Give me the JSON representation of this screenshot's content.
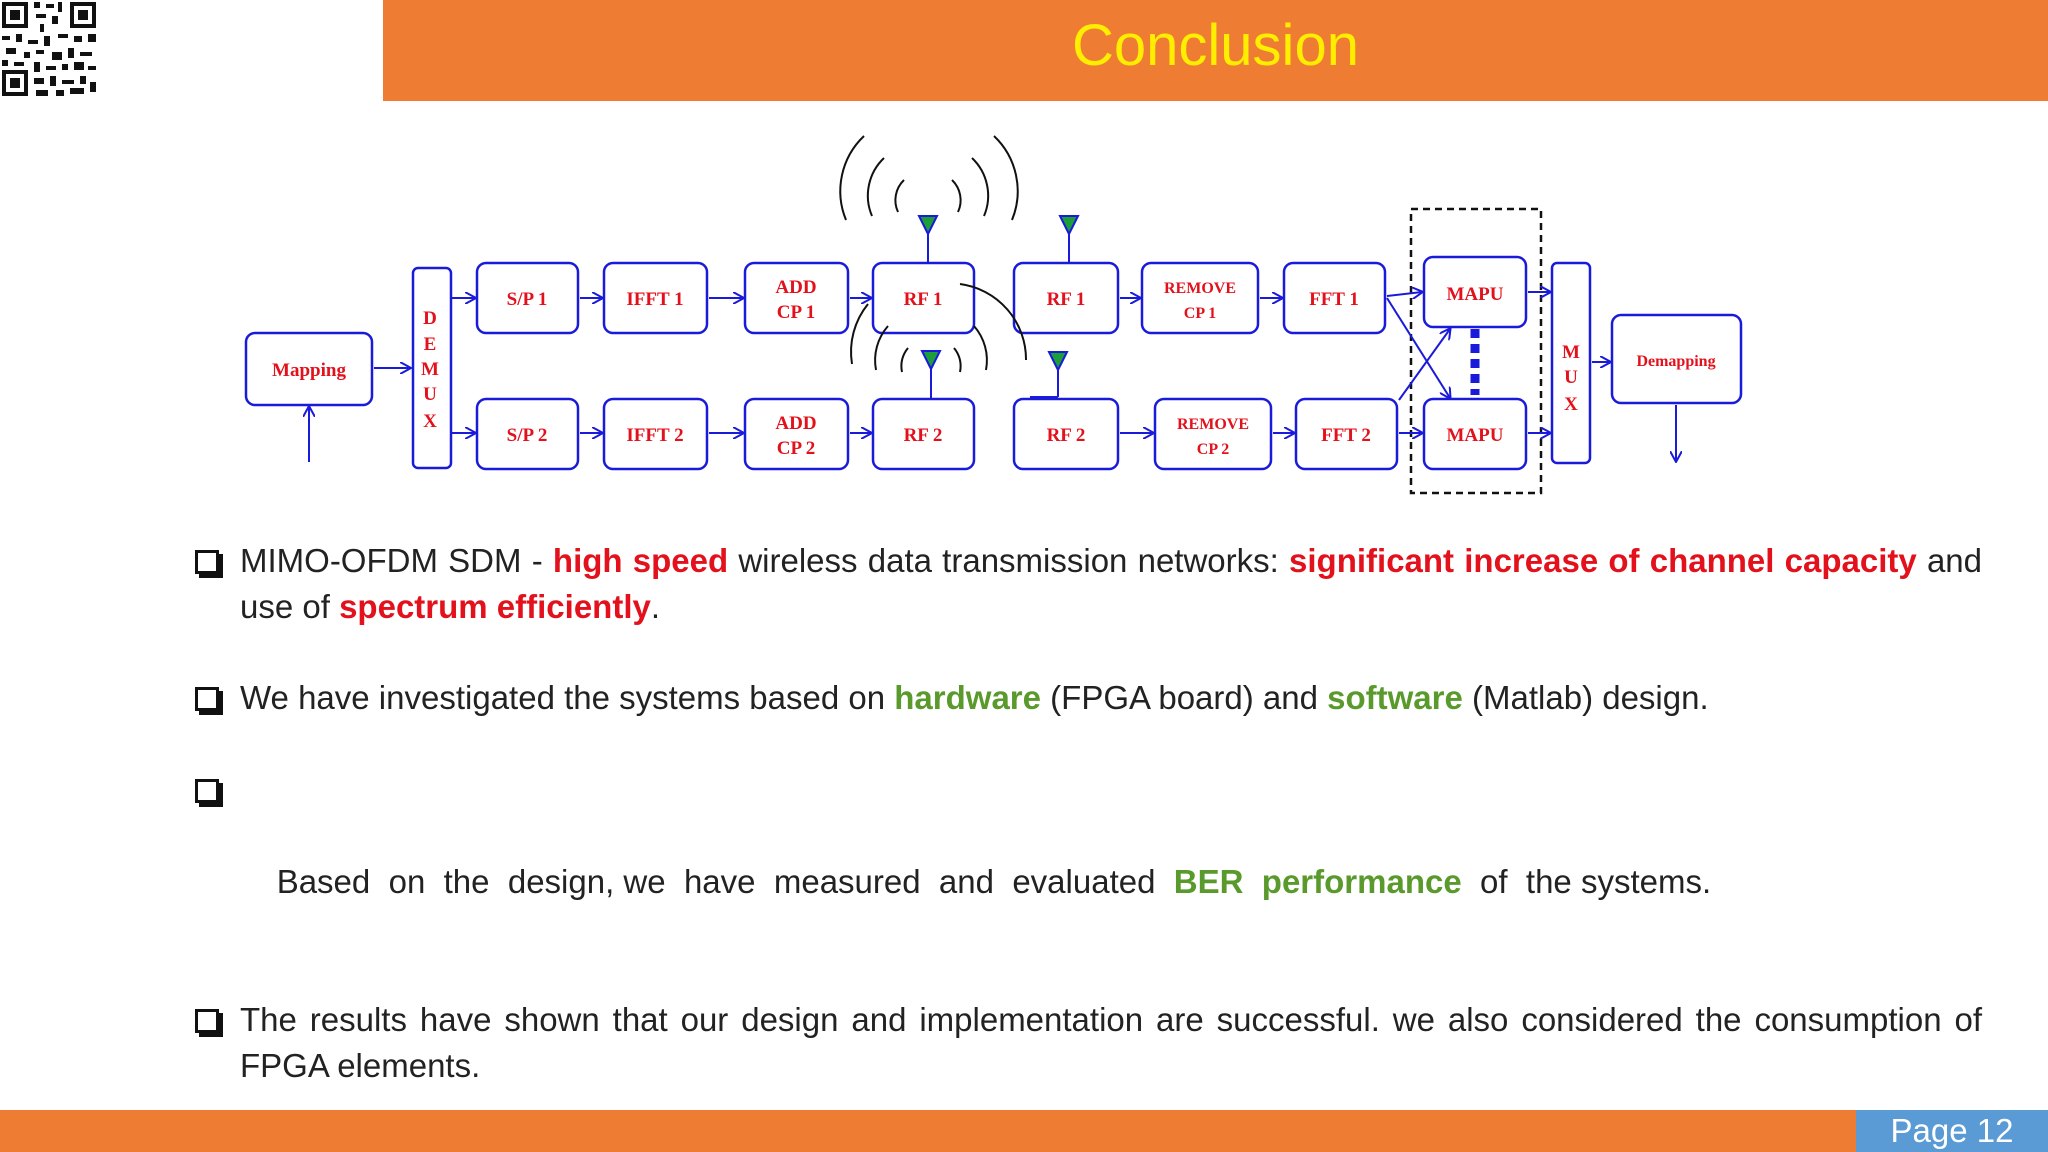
{
  "header": {
    "title": "Conclusion"
  },
  "diagram": {
    "mapping": "Mapping",
    "demux": [
      "D",
      "E",
      "M",
      "U",
      "X"
    ],
    "sp1": "S/P  1",
    "sp2": "S/P  2",
    "ifft1": "IFFT 1",
    "ifft2": "IFFT 2",
    "addcp1": [
      "ADD",
      "CP 1"
    ],
    "addcp2": [
      "ADD",
      "CP 2"
    ],
    "rf1_tx": "RF 1",
    "rf2_tx": "RF 2",
    "rf1_rx": "RF 1",
    "rf2_rx": "RF 2",
    "removecp1": [
      "REMOVE",
      "CP 1"
    ],
    "removecp2": [
      "REMOVE",
      "CP 2"
    ],
    "fft1": "FFT 1",
    "fft2": "FFT 2",
    "mapu1": "MAPU",
    "mapu2": "MAPU",
    "mux": [
      "M",
      "U",
      "X"
    ],
    "demapping": "Demapping"
  },
  "bullets": {
    "b1": {
      "p1": "MIMO-OFDM SDM - ",
      "h1": "high speed",
      "p2": " wireless data transmission networks: ",
      "h2": "significant increase of channel capacity",
      "p3": " and use of ",
      "h3": "spectrum efficiently",
      "p4": "."
    },
    "b2": {
      "p1": "We have investigated the systems based on ",
      "h1": "hardware",
      "p2": " (FPGA board) and ",
      "h2": "software",
      "p3": " (Matlab) design."
    },
    "b3": {
      "p1": "Based  on  the  design, we  have  measured  and  evaluated  ",
      "h1": "BER  performance",
      "p2": "  of  the systems."
    },
    "b4": {
      "p1": "The results have shown that our design and implementation are successful. we also considered the consumption of FPGA elements."
    }
  },
  "footer": {
    "page": "Page 12"
  },
  "colors": {
    "accent": "#ef7c33",
    "title": "#ffee00",
    "highlight_red": "#e3111b",
    "highlight_green": "#5a9a2c",
    "page_box": "#5b9bd5",
    "block_border": "#1a1adb"
  }
}
